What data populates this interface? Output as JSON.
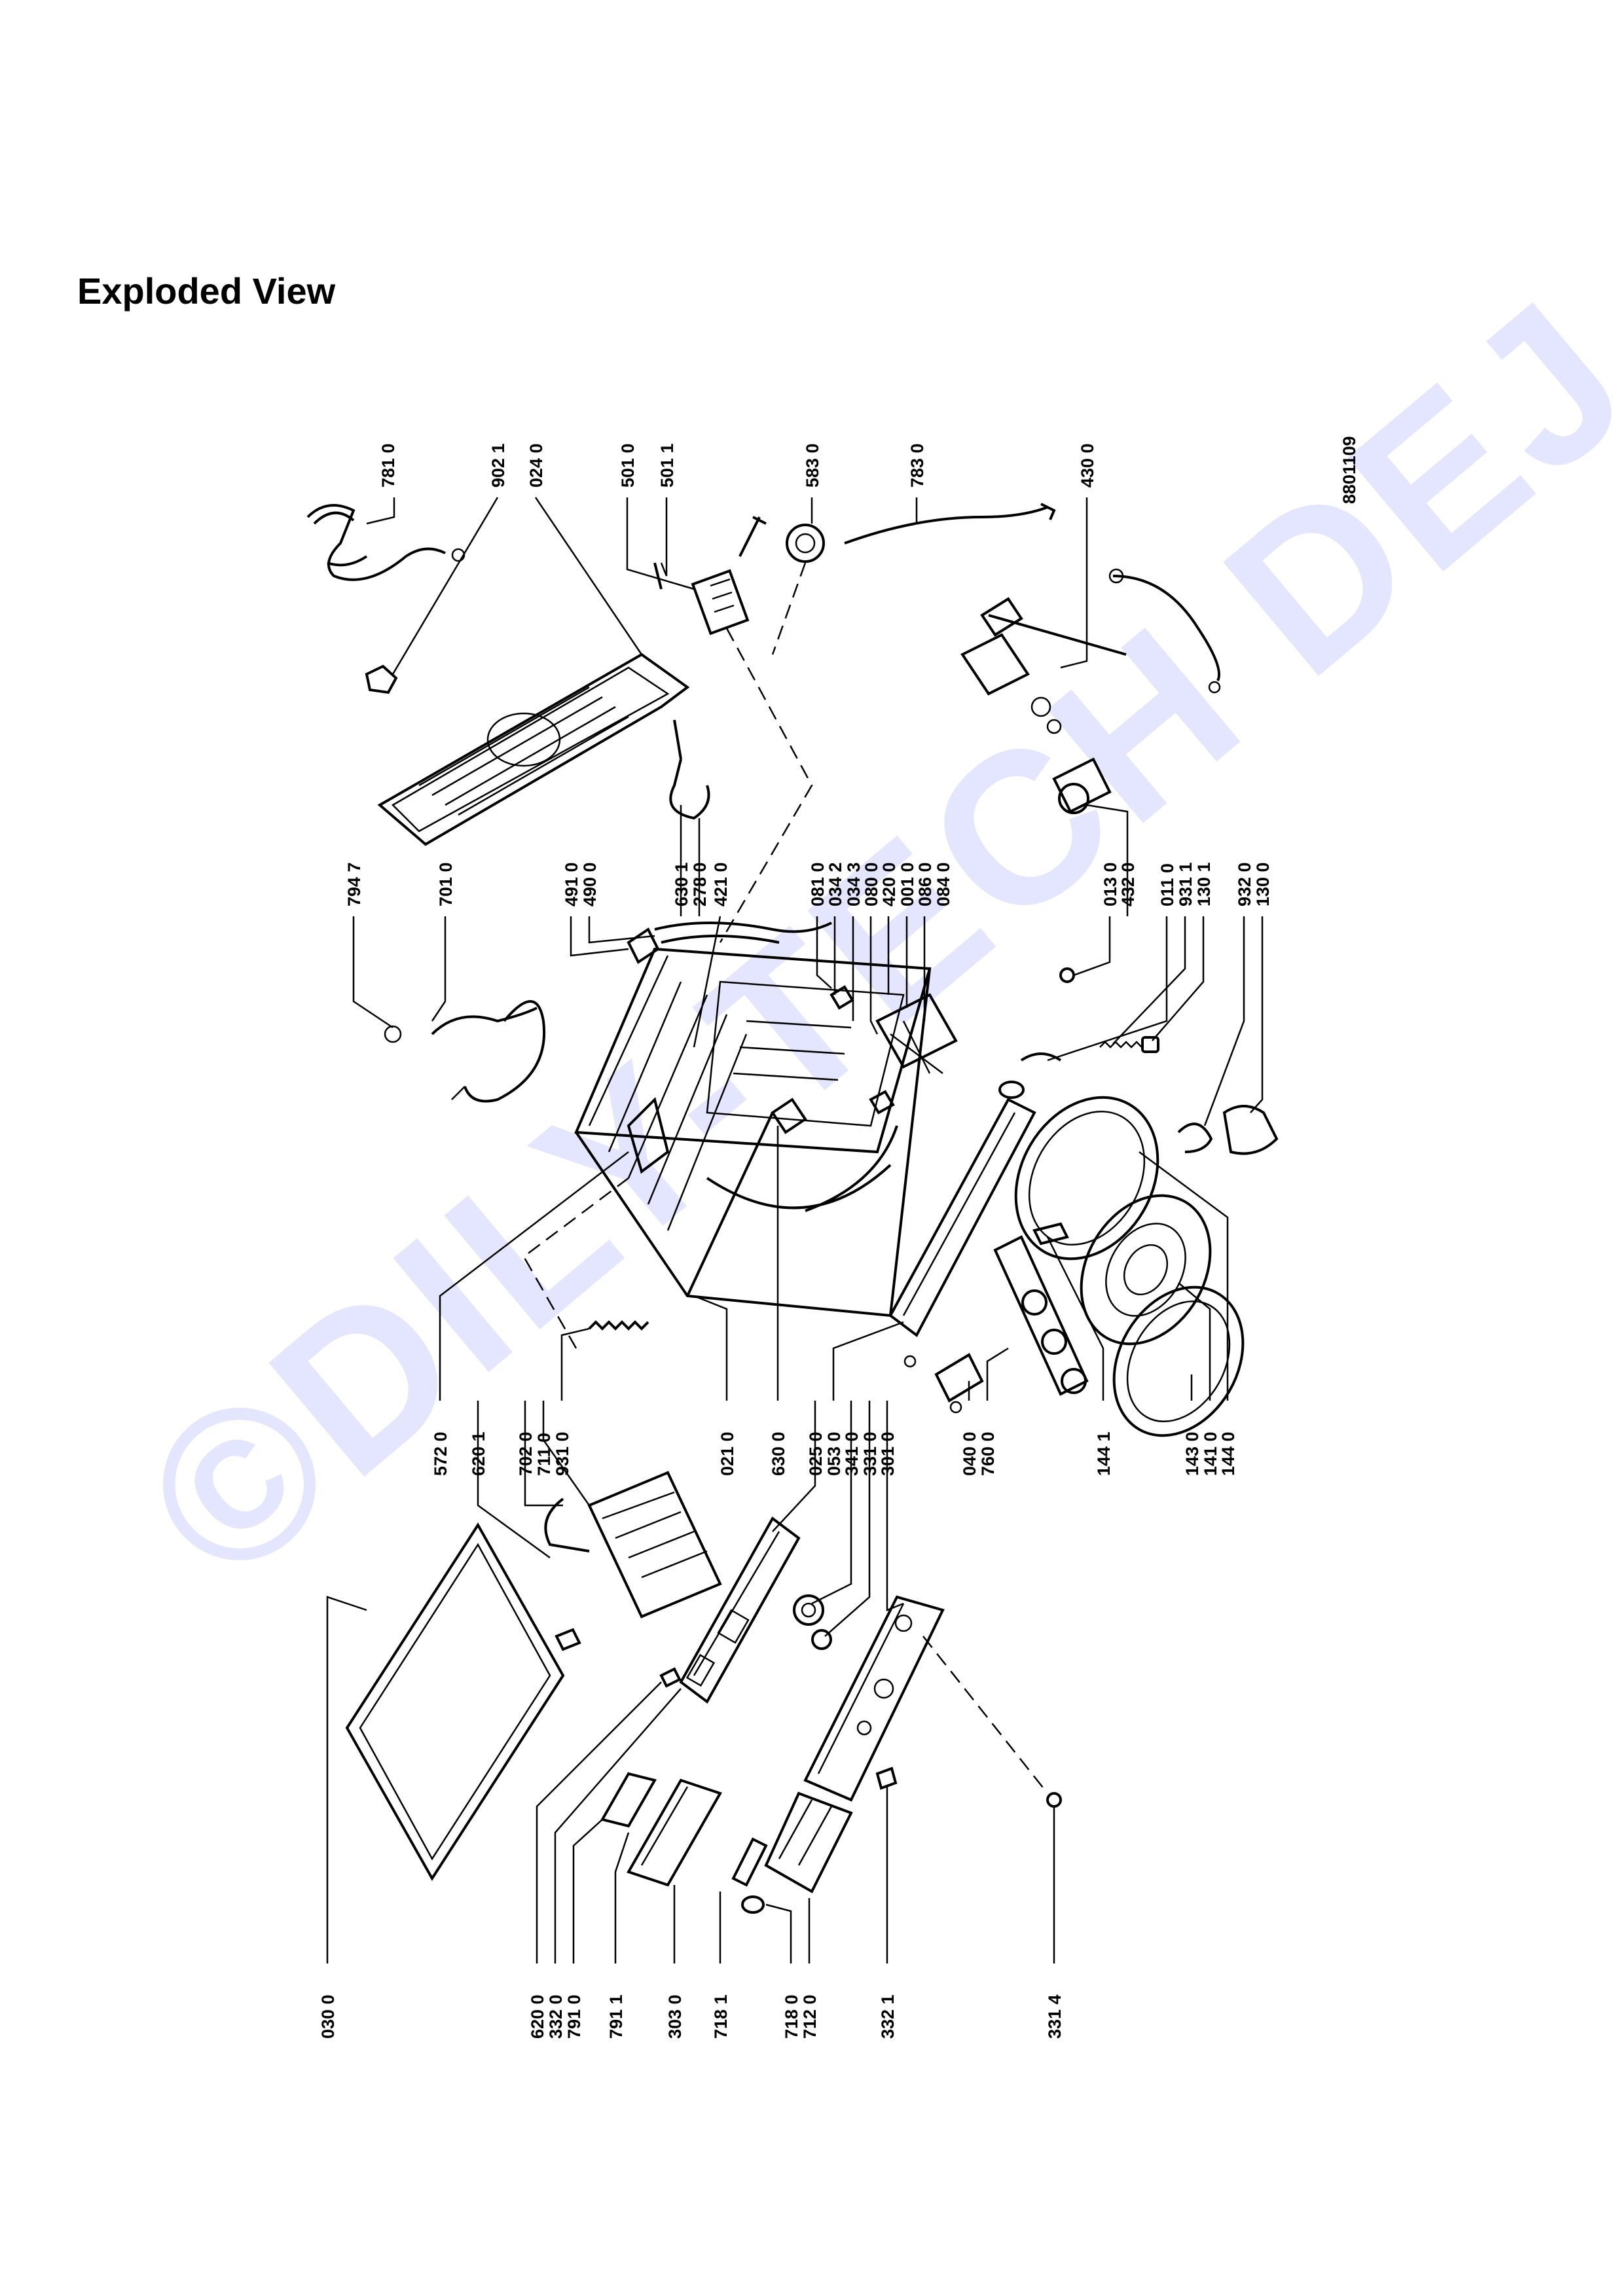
{
  "page": {
    "title": "Exploded View",
    "drawing_number": "8801109",
    "watermark": "©DILY-TECH DEJ.cz"
  },
  "callouts": {
    "top_row": [
      "781 0",
      "902 1",
      "024 0",
      "501 0",
      "501 1",
      "583 0",
      "783 0",
      "430 0"
    ],
    "upper_middle_row": [
      "794 7",
      "701 0",
      "491 0",
      "490 0",
      "630 1",
      "278 0",
      "421 0",
      "081 0",
      "034 2",
      "034 3",
      "080 0",
      "420 0",
      "001 0",
      "086 0",
      "084 0",
      "013 0",
      "432 0",
      "011 0",
      "931 1",
      "130 1",
      "932 0",
      "130 0"
    ],
    "lower_middle_row": [
      "572 0",
      "620 1",
      "702 0",
      "711 0",
      "931 0",
      "021 0",
      "630 0",
      "025 0",
      "053 0",
      "341 0",
      "331 0",
      "301 0",
      "040 0",
      "760 0",
      "144 1",
      "143 0",
      "141 0",
      "144 0"
    ],
    "bottom_row": [
      "030 0",
      "620 0",
      "332 0",
      "791 0",
      "791 1",
      "303 0",
      "718 1",
      "718 0",
      "712 0",
      "332 1",
      "331 4"
    ]
  }
}
